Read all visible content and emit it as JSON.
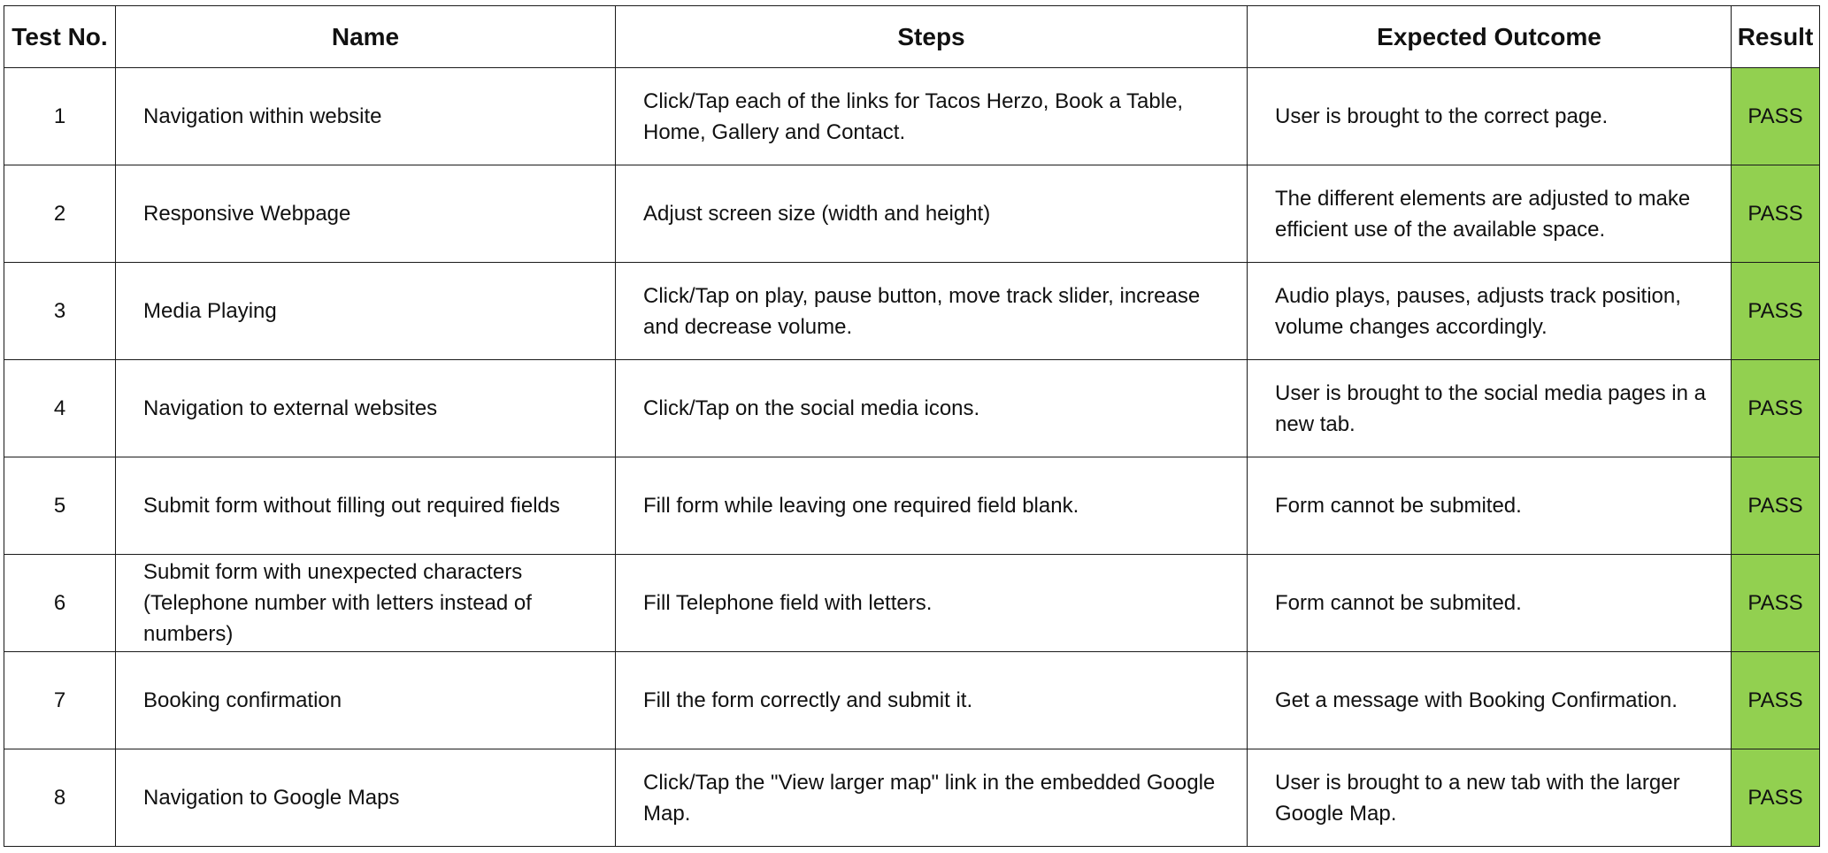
{
  "table": {
    "headers": {
      "test_no": "Test No.",
      "name": "Name",
      "steps": "Steps",
      "expected": "Expected Outcome",
      "result": "Result"
    },
    "rows": [
      {
        "test_no": "1",
        "name": "Navigation within website",
        "steps": "Click/Tap each of the links for Tacos Herzo, Book a Table, Home, Gallery and Contact.",
        "expected": "User is brought to the correct page.",
        "result": "PASS"
      },
      {
        "test_no": "2",
        "name": "Responsive Webpage",
        "steps": "Adjust screen size (width and height)",
        "expected": "The different elements are adjusted to make efficient use of the available space.",
        "result": "PASS"
      },
      {
        "test_no": "3",
        "name": "Media Playing",
        "steps": "Click/Tap on play, pause button, move track slider, increase and decrease volume.",
        "expected": "Audio plays, pauses, adjusts track position, volume changes accordingly.",
        "result": "PASS"
      },
      {
        "test_no": "4",
        "name": "Navigation to external websites",
        "steps": "Click/Tap on the social media icons.",
        "expected": "User is brought to the social media pages in a new tab.",
        "result": "PASS"
      },
      {
        "test_no": "5",
        "name": "Submit form without filling out required fields",
        "steps": "Fill form while leaving one required field blank.",
        "expected": "Form cannot be submited.",
        "result": "PASS"
      },
      {
        "test_no": "6",
        "name": "Submit form with unexpected characters (Telephone number with letters instead of numbers)",
        "steps": "Fill Telephone field with letters.",
        "expected": "Form cannot be submited.",
        "result": "PASS"
      },
      {
        "test_no": "7",
        "name": "Booking confirmation",
        "steps": "Fill the form correctly and submit it.",
        "expected": "Get a message with Booking Confirmation.",
        "result": "PASS"
      },
      {
        "test_no": "8",
        "name": "Navigation to Google Maps",
        "steps": "Click/Tap the \"View larger map\" link in the embedded Google Map.",
        "expected": "User is brought to a new tab with the larger Google Map.",
        "result": "PASS"
      }
    ]
  },
  "colors": {
    "pass_fill": "#92d050",
    "border": "#1a1a1a"
  }
}
